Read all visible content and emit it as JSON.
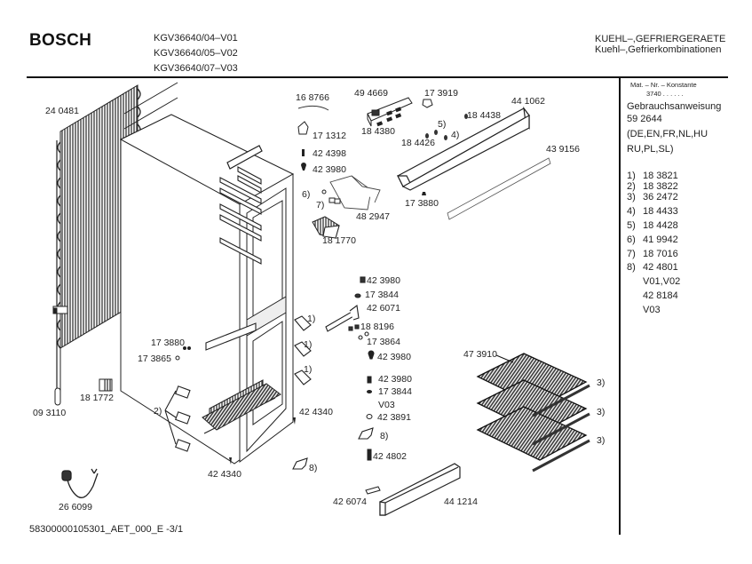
{
  "header": {
    "brand": "BOSCH",
    "models": [
      "KGV36640/04–V01",
      "KGV36640/05–V02",
      "KGV36640/07–V03"
    ],
    "category_line1": "KUEHL–,GEFRIERGERAETE",
    "category_line2": "Kuehl–,Gefrierkombinationen"
  },
  "side_panel": {
    "mat_label": "Mat. – Nr. – Konstante",
    "mat_value": "3740 . . . . . .",
    "manual_title": "Gebrauchsanweisung",
    "manual_number": "59 2644",
    "languages_line1": "(DE,EN,FR,NL,HU",
    "languages_line2": "RU,PL,SL)",
    "footnotes": [
      {
        "num": "1)",
        "part": "18 3821"
      },
      {
        "num": "2)",
        "part": "18 3822"
      },
      {
        "num": "3)",
        "part": "36 2472"
      },
      {
        "num": "4)",
        "part": "18 4433"
      },
      {
        "num": "5)",
        "part": "18 4428"
      },
      {
        "num": "6)",
        "part": "41 9942"
      },
      {
        "num": "7)",
        "part": "18 7016"
      },
      {
        "num": "8)",
        "part": "42 4801"
      }
    ],
    "note_v01_v02": "V01,V02",
    "extra_part": "42 8184",
    "note_v03": "V03"
  },
  "parts": {
    "condenser": "24 0481",
    "capillary_cable": "16 8766",
    "control_panel": "49 4669",
    "lamp_socket": "17 3919",
    "door_handle_bar": "44 1062",
    "clip_184438": "18 4438",
    "buttons": "18 4380",
    "knobs": "18 4426",
    "ref_5": "5)",
    "ref_4": "4)",
    "hinge_top": "17 1312",
    "screw_424398": "42 4398",
    "screw_423980_a": "42 3980",
    "trim_strip": "43 9156",
    "thermostat_housing": "48 2947",
    "ref_6": "6)",
    "ref_7": "7)",
    "screw_173880_a": "17 3880",
    "lamp_cover": "18 1770",
    "screw_423980_b": "42 3980",
    "washer_173844_a": "17 3844",
    "hinge_middle": "42 6071",
    "screws_188196": "18 8196",
    "washers_173864": "17 3864",
    "screw_423980_c": "42 3980",
    "ref_1a": "1)",
    "ref_1b": "1)",
    "ref_1c": "1)",
    "screw_173880_b": "17 3880",
    "washer_173865": "17 3865",
    "evaporator": "47 3910",
    "ref_3a": "3)",
    "ref_3b": "3)",
    "ref_3c": "3)",
    "relay": "18 1772",
    "sensor": "09 3110",
    "ref_2": "2)",
    "screw_423980_d": "42 3980",
    "washer_173844_b": "17 3844",
    "variant_v03": "V03",
    "cap_423891": "42 3891",
    "foot_screw_a": "42 4340",
    "ref_8a": "8)",
    "bolt_424802": "42 4802",
    "foot_screw_b": "42 4340",
    "ref_8b": "8)",
    "cover_426074": "42 6074",
    "bottom_tray": "44 1214",
    "power_cord": "26 6099"
  },
  "footer": {
    "doc_code": "58300000105301_AET_000_E -3/1"
  },
  "colors": {
    "ink": "#1a1a1a",
    "paper": "#ffffff",
    "hatch": "#555555"
  }
}
